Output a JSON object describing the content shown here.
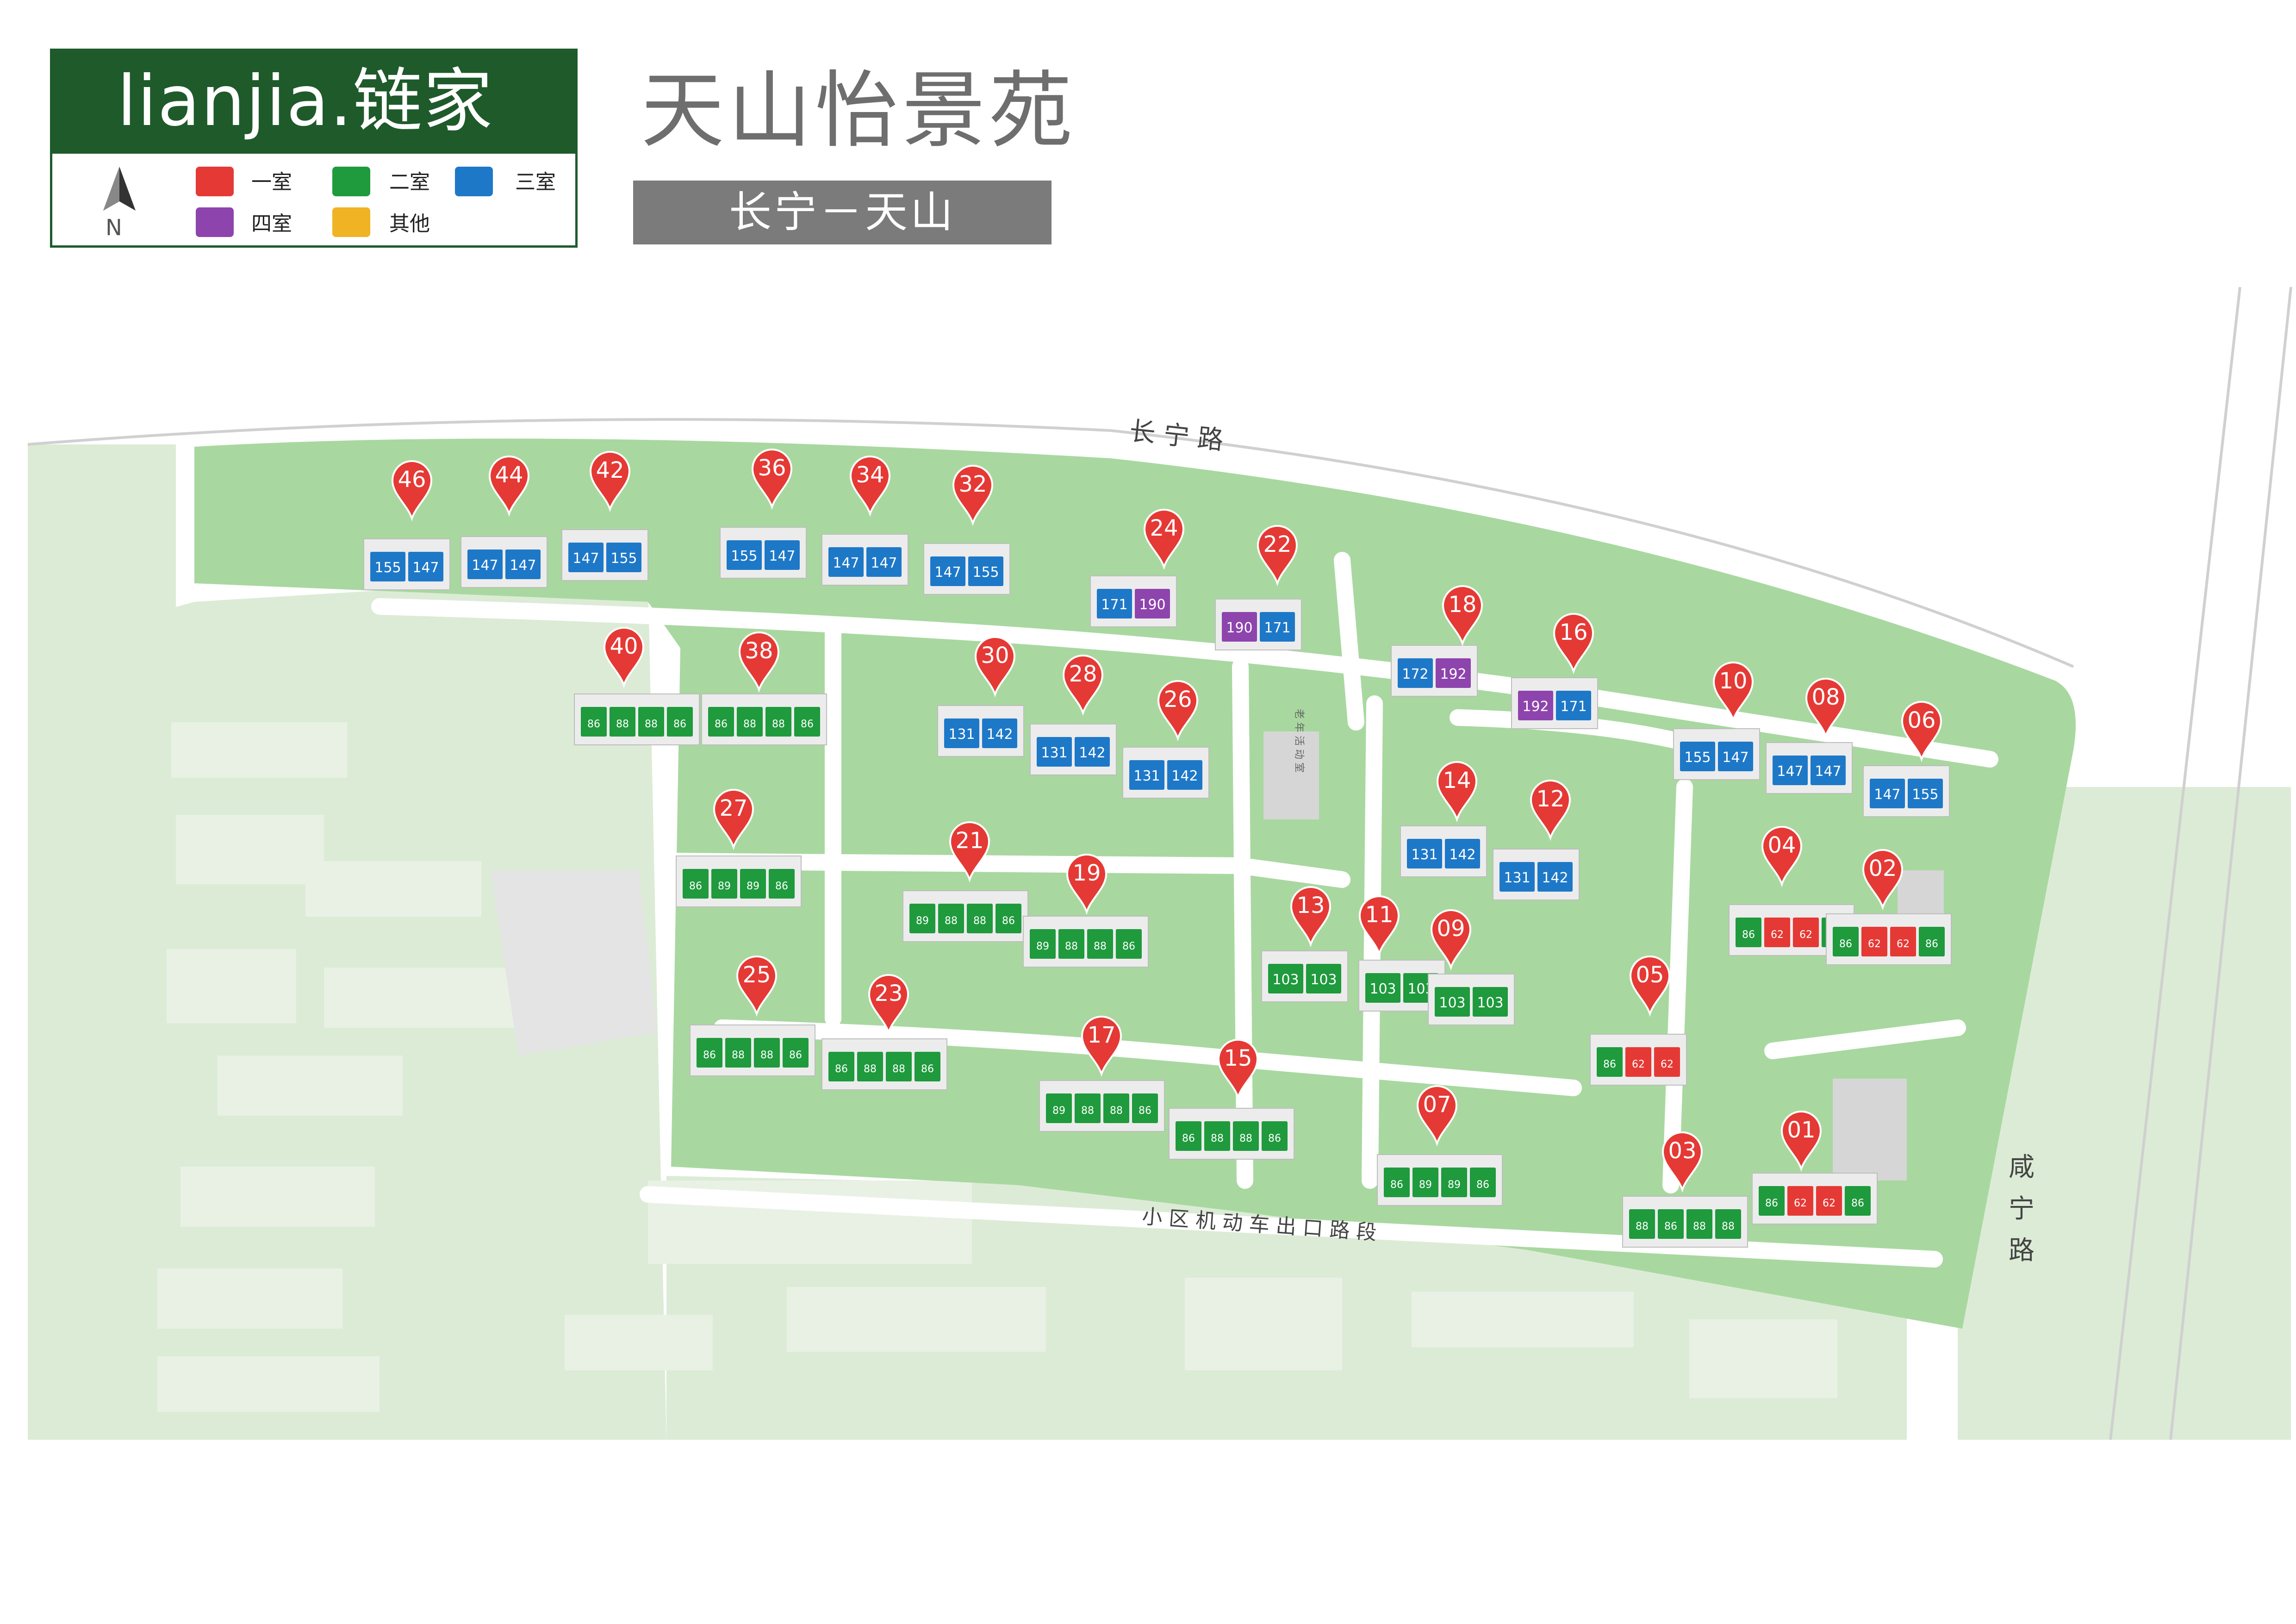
{
  "header": {
    "logo_text": "lianjia.链家",
    "title": "天山怡景苑",
    "subtitle": "长宁－天山",
    "north_label": "N"
  },
  "legend": [
    {
      "label": "一室",
      "color": "#e53935"
    },
    {
      "label": "二室",
      "color": "#1f9a3d"
    },
    {
      "label": "三室",
      "color": "#1e78c8"
    },
    {
      "label": "四室",
      "color": "#8e44ad"
    },
    {
      "label": "其他",
      "color": "#f0b323"
    }
  ],
  "colors": {
    "green_space": "#a8d8a0",
    "road": "#ffffff",
    "faded_block": "#dcebd6",
    "marker": "#e53935"
  },
  "roads": {
    "north": "长 宁 路",
    "east": "咸 宁 路",
    "inner": "小 区 机 动 车 出 口 路 段",
    "facility": "老 年 活 动 室"
  },
  "buildings": [
    {
      "id": "46",
      "units": [
        {
          "label": "155",
          "type": 3
        },
        {
          "label": "147",
          "type": 3
        }
      ]
    },
    {
      "id": "44",
      "units": [
        {
          "label": "147",
          "type": 3
        },
        {
          "label": "147",
          "type": 3
        }
      ]
    },
    {
      "id": "42",
      "units": [
        {
          "label": "147",
          "type": 3
        },
        {
          "label": "155",
          "type": 3
        }
      ]
    },
    {
      "id": "36",
      "units": [
        {
          "label": "155",
          "type": 3
        },
        {
          "label": "147",
          "type": 3
        }
      ]
    },
    {
      "id": "34",
      "units": [
        {
          "label": "147",
          "type": 3
        },
        {
          "label": "147",
          "type": 3
        }
      ]
    },
    {
      "id": "32",
      "units": [
        {
          "label": "147",
          "type": 3
        },
        {
          "label": "155",
          "type": 3
        }
      ]
    },
    {
      "id": "24",
      "units": [
        {
          "label": "171",
          "type": 3
        },
        {
          "label": "190",
          "type": 4
        }
      ]
    },
    {
      "id": "22",
      "units": [
        {
          "label": "190",
          "type": 4
        },
        {
          "label": "171",
          "type": 3
        }
      ]
    },
    {
      "id": "18",
      "units": [
        {
          "label": "172",
          "type": 3
        },
        {
          "label": "192",
          "type": 4
        }
      ]
    },
    {
      "id": "16",
      "units": [
        {
          "label": "192",
          "type": 4
        },
        {
          "label": "171",
          "type": 3
        }
      ]
    },
    {
      "id": "10",
      "units": [
        {
          "label": "155",
          "type": 3
        },
        {
          "label": "147",
          "type": 3
        }
      ]
    },
    {
      "id": "08",
      "units": [
        {
          "label": "147",
          "type": 3
        },
        {
          "label": "147",
          "type": 3
        }
      ]
    },
    {
      "id": "06",
      "units": [
        {
          "label": "147",
          "type": 3
        },
        {
          "label": "155",
          "type": 3
        }
      ]
    },
    {
      "id": "40",
      "units": [
        {
          "label": "86",
          "type": 2
        },
        {
          "label": "88",
          "type": 2
        },
        {
          "label": "88",
          "type": 2
        },
        {
          "label": "86",
          "type": 2
        }
      ]
    },
    {
      "id": "38",
      "units": [
        {
          "label": "86",
          "type": 2
        },
        {
          "label": "88",
          "type": 2
        },
        {
          "label": "88",
          "type": 2
        },
        {
          "label": "86",
          "type": 2
        }
      ]
    },
    {
      "id": "30",
      "units": [
        {
          "label": "131",
          "type": 3
        },
        {
          "label": "142",
          "type": 3
        }
      ]
    },
    {
      "id": "28",
      "units": [
        {
          "label": "131",
          "type": 3
        },
        {
          "label": "142",
          "type": 3
        }
      ]
    },
    {
      "id": "26",
      "units": [
        {
          "label": "131",
          "type": 3
        },
        {
          "label": "142",
          "type": 3
        }
      ]
    },
    {
      "id": "14",
      "units": [
        {
          "label": "131",
          "type": 3
        },
        {
          "label": "142",
          "type": 3
        }
      ]
    },
    {
      "id": "12",
      "units": [
        {
          "label": "131",
          "type": 3
        },
        {
          "label": "142",
          "type": 3
        }
      ]
    },
    {
      "id": "27",
      "units": [
        {
          "label": "86",
          "type": 2
        },
        {
          "label": "89",
          "type": 2
        },
        {
          "label": "89",
          "type": 2
        },
        {
          "label": "86",
          "type": 2
        }
      ]
    },
    {
      "id": "21",
      "units": [
        {
          "label": "89",
          "type": 2
        },
        {
          "label": "88",
          "type": 2
        },
        {
          "label": "88",
          "type": 2
        },
        {
          "label": "86",
          "type": 2
        }
      ]
    },
    {
      "id": "19",
      "units": [
        {
          "label": "89",
          "type": 2
        },
        {
          "label": "88",
          "type": 2
        },
        {
          "label": "88",
          "type": 2
        },
        {
          "label": "86",
          "type": 2
        }
      ]
    },
    {
      "id": "04",
      "units": [
        {
          "label": "86",
          "type": 2
        },
        {
          "label": "62",
          "type": 1
        },
        {
          "label": "62",
          "type": 1
        },
        {
          "label": "86",
          "type": 2
        }
      ]
    },
    {
      "id": "02",
      "units": [
        {
          "label": "86",
          "type": 2
        },
        {
          "label": "62",
          "type": 1
        },
        {
          "label": "62",
          "type": 1
        },
        {
          "label": "86",
          "type": 2
        }
      ]
    },
    {
      "id": "13",
      "units": [
        {
          "label": "103",
          "type": 2
        },
        {
          "label": "103",
          "type": 2
        }
      ]
    },
    {
      "id": "11",
      "units": [
        {
          "label": "103",
          "type": 2
        },
        {
          "label": "103",
          "type": 2
        }
      ]
    },
    {
      "id": "09",
      "units": [
        {
          "label": "103",
          "type": 2
        },
        {
          "label": "103",
          "type": 2
        }
      ]
    },
    {
      "id": "25",
      "units": [
        {
          "label": "86",
          "type": 2
        },
        {
          "label": "88",
          "type": 2
        },
        {
          "label": "88",
          "type": 2
        },
        {
          "label": "86",
          "type": 2
        }
      ]
    },
    {
      "id": "23",
      "units": [
        {
          "label": "86",
          "type": 2
        },
        {
          "label": "88",
          "type": 2
        },
        {
          "label": "88",
          "type": 2
        },
        {
          "label": "86",
          "type": 2
        }
      ]
    },
    {
      "id": "05",
      "units": [
        {
          "label": "86",
          "type": 2
        },
        {
          "label": "62",
          "type": 1
        },
        {
          "label": "62",
          "type": 1
        }
      ]
    },
    {
      "id": "17",
      "units": [
        {
          "label": "89",
          "type": 2
        },
        {
          "label": "88",
          "type": 2
        },
        {
          "label": "88",
          "type": 2
        },
        {
          "label": "86",
          "type": 2
        }
      ]
    },
    {
      "id": "15",
      "units": [
        {
          "label": "86",
          "type": 2
        },
        {
          "label": "88",
          "type": 2
        },
        {
          "label": "88",
          "type": 2
        },
        {
          "label": "86",
          "type": 2
        }
      ]
    },
    {
      "id": "07",
      "units": [
        {
          "label": "86",
          "type": 2
        },
        {
          "label": "89",
          "type": 2
        },
        {
          "label": "89",
          "type": 2
        },
        {
          "label": "86",
          "type": 2
        }
      ]
    },
    {
      "id": "03",
      "units": [
        {
          "label": "88",
          "type": 2
        },
        {
          "label": "86",
          "type": 2
        },
        {
          "label": "88",
          "type": 2
        },
        {
          "label": "88",
          "type": 2
        }
      ]
    },
    {
      "id": "01",
      "units": [
        {
          "label": "86",
          "type": 2
        },
        {
          "label": "62",
          "type": 1
        },
        {
          "label": "62",
          "type": 1
        },
        {
          "label": "86",
          "type": 2
        }
      ]
    }
  ]
}
